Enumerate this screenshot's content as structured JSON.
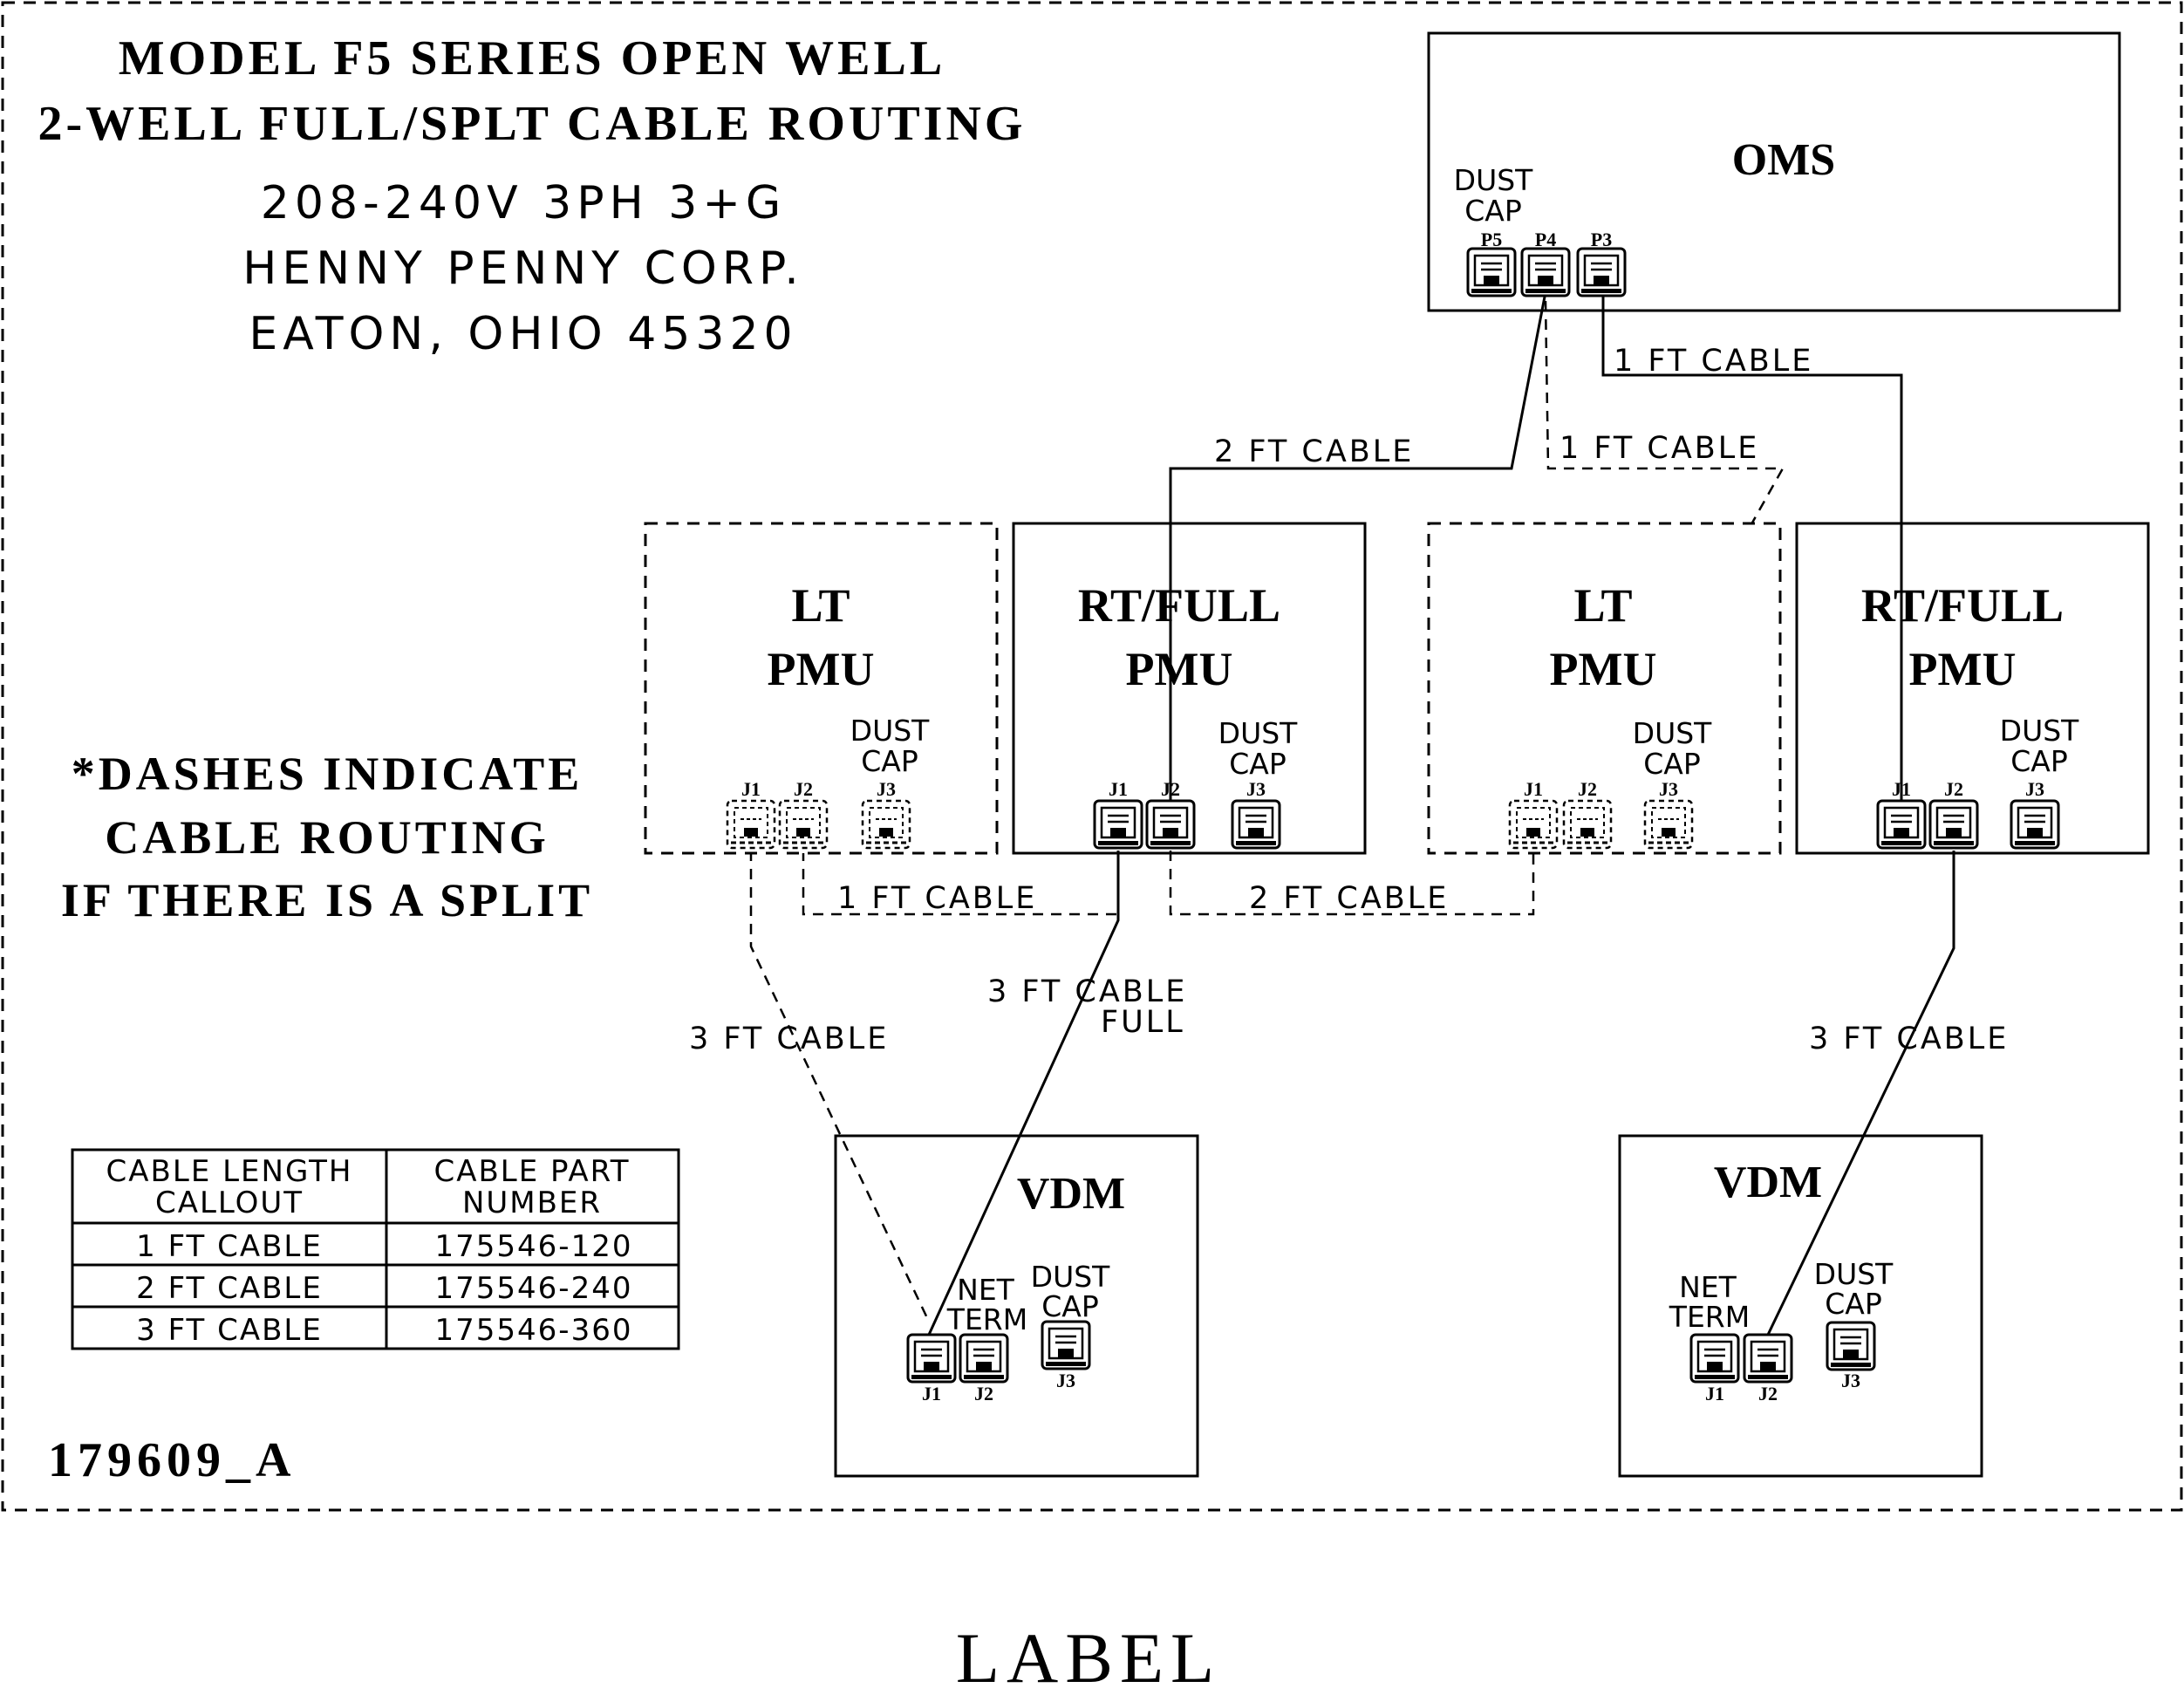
{
  "title": {
    "line1": "MODEL F5 SERIES OPEN WELL",
    "line2": "2-WELL FULL/SPLT CABLE ROUTING",
    "line3": "208-240V 3PH 3+G",
    "line4": "HENNY PENNY CORP.",
    "line5": "EATON, OHIO 45320"
  },
  "note": {
    "line1": "*DASHES INDICATE",
    "line2": "CABLE ROUTING",
    "line3": "IF THERE IS A SPLIT"
  },
  "oms": {
    "label": "OMS",
    "dust_cap_1": "DUST",
    "dust_cap_2": "CAP",
    "ports": [
      "P5",
      "P4",
      "P3"
    ]
  },
  "pmu_left_lt": {
    "line1": "LT",
    "line2": "PMU",
    "dust1": "DUST",
    "dust2": "CAP",
    "ports": [
      "J1",
      "J2",
      "J3"
    ]
  },
  "pmu_left_rt": {
    "line1": "RT/FULL",
    "line2": "PMU",
    "dust1": "DUST",
    "dust2": "CAP",
    "ports": [
      "J1",
      "J2",
      "J3"
    ]
  },
  "pmu_right_lt": {
    "line1": "LT",
    "line2": "PMU",
    "dust1": "DUST",
    "dust2": "CAP",
    "ports": [
      "J1",
      "J2",
      "J3"
    ]
  },
  "pmu_right_rt": {
    "line1": "RT/FULL",
    "line2": "PMU",
    "dust1": "DUST",
    "dust2": "CAP",
    "ports": [
      "J1",
      "J2",
      "J3"
    ]
  },
  "vdm_left": {
    "label": "VDM",
    "net1": "NET",
    "net2": "TERM",
    "dust1": "DUST",
    "dust2": "CAP",
    "ports": [
      "J1",
      "J2",
      "J3"
    ]
  },
  "vdm_right": {
    "label": "VDM",
    "net1": "NET",
    "net2": "TERM",
    "dust1": "DUST",
    "dust2": "CAP",
    "ports": [
      "J1",
      "J2",
      "J3"
    ]
  },
  "cables": {
    "oms_p3_1ft": "1 FT CABLE",
    "oms_p4_2ft": "2 FT CABLE",
    "oms_p4_split_1ft": "1 FT CABLE",
    "lt_rt_1ft": "1 FT CABLE",
    "rt_lt_2ft": "2 FT CABLE",
    "vdm_left_split_3ft": "3 FT CABLE",
    "vdm_left_full_3ft_1": "3 FT CABLE",
    "vdm_left_full_3ft_2": "FULL",
    "vdm_right_3ft": "3 FT CABLE"
  },
  "table": {
    "headers": [
      [
        "CABLE LENGTH",
        "CALLOUT"
      ],
      [
        "CABLE PART",
        "NUMBER"
      ]
    ],
    "rows": [
      [
        "1 FT CABLE",
        "175546-120"
      ],
      [
        "2 FT CABLE",
        "175546-240"
      ],
      [
        "3 FT CABLE",
        "175546-360"
      ]
    ]
  },
  "drawing_number": "179609_A",
  "footer_label": "LABEL"
}
